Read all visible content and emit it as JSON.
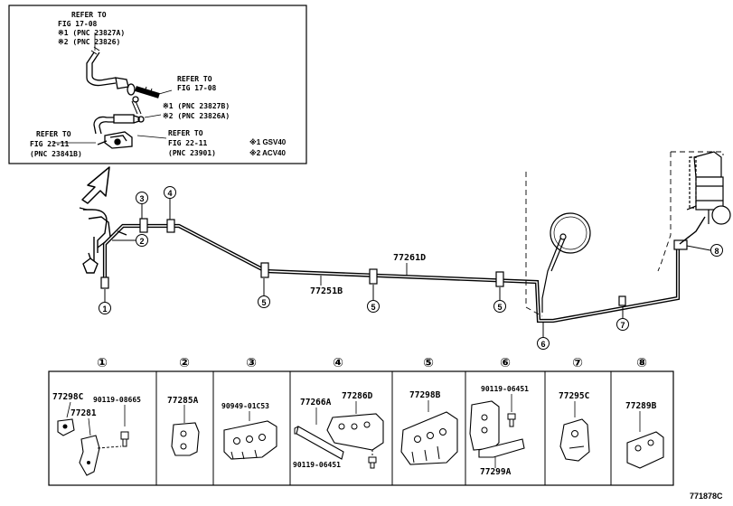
{
  "inset": {
    "ref1": {
      "line1": "REFER TO",
      "line2": "FIG 17-08",
      "line3": "※1 (PNC 23827A)",
      "line4": "※2 (PNC 23826)"
    },
    "ref2": {
      "line1": "REFER TO",
      "line2": "FIG 17-08",
      "line3": "※1 (PNC 23827B)",
      "line4": "※2 (PNC 23826A)"
    },
    "ref3": {
      "line1": "REFER TO",
      "line2": "FIG 22-11",
      "line3": "(PNC 23841B)"
    },
    "ref4": {
      "line1": "REFER TO",
      "line2": "FIG 22-11",
      "line3": "(PNC 23901)"
    },
    "legend": {
      "l1": "※1 GSV40",
      "l2": "※2 ACV40"
    }
  },
  "main": {
    "part_77261D": "77261D",
    "part_77251B": "77251B",
    "callouts": {
      "c1": "1",
      "c2": "2",
      "c3": "3",
      "c4": "4",
      "c5": "5",
      "c6": "6",
      "c7": "7",
      "c8": "8"
    }
  },
  "table": {
    "headers": [
      "①",
      "②",
      "③",
      "④",
      "⑤",
      "⑥",
      "⑦",
      "⑧"
    ],
    "cells": {
      "c1": {
        "a": "77298C",
        "b": "90119-08665",
        "c": "77281"
      },
      "c2": {
        "a": "77285A"
      },
      "c3": {
        "a": "90949-01C53"
      },
      "c4": {
        "a": "77266A",
        "b": "77286D",
        "c": "90119-06451"
      },
      "c5": {
        "a": "77298B"
      },
      "c6": {
        "a": "90119-06451",
        "b": "77299A"
      },
      "c7": {
        "a": "77295C"
      },
      "c8": {
        "a": "77289B"
      }
    }
  },
  "figure_id": "771878C"
}
